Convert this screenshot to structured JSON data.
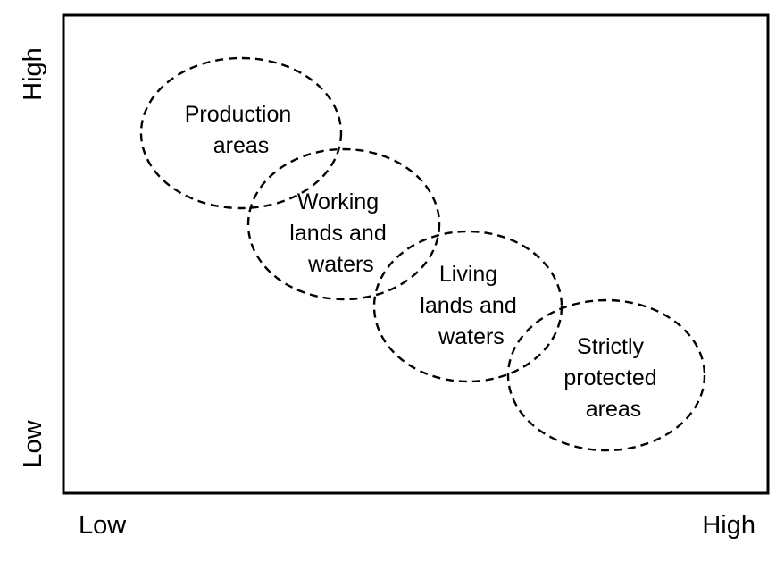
{
  "axes": {
    "y_high": "High",
    "y_low": "Low",
    "x_low": "Low",
    "x_high": "High"
  },
  "zones": [
    {
      "lines": [
        "Production",
        "areas"
      ]
    },
    {
      "lines": [
        "Working",
        "lands and",
        "waters"
      ]
    },
    {
      "lines": [
        "Living",
        "lands and",
        "waters"
      ]
    },
    {
      "lines": [
        "Strictly",
        "protected",
        "areas"
      ]
    }
  ],
  "colors": {
    "stroke": "#000000",
    "background": "#ffffff"
  }
}
